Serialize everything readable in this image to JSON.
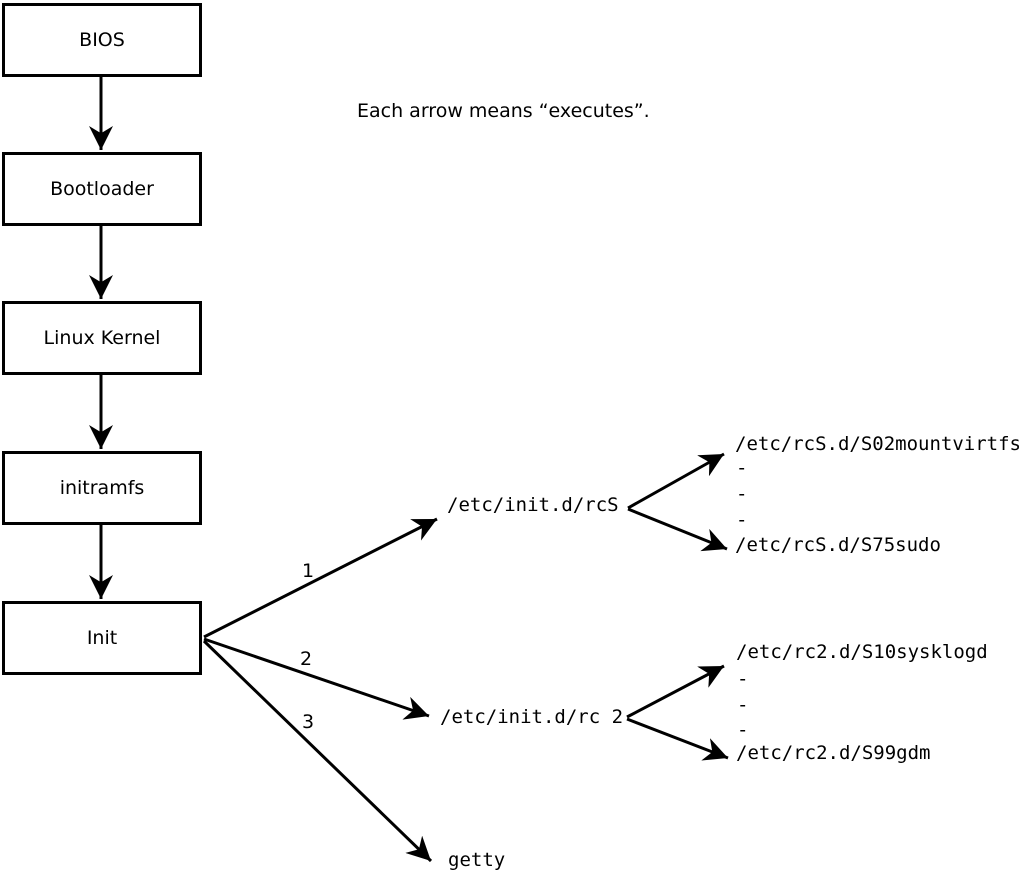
{
  "caption": "Each arrow means “executes”.",
  "chain": [
    {
      "label": "BIOS"
    },
    {
      "label": "Bootloader"
    },
    {
      "label": "Linux Kernel"
    },
    {
      "label": "initramfs"
    },
    {
      "label": "Init"
    }
  ],
  "init_children": [
    {
      "order": "1",
      "label": "/etc/init.d/rcS"
    },
    {
      "order": "2",
      "label": "/etc/init.d/rc 2"
    },
    {
      "order": "3",
      "label": "getty"
    }
  ],
  "rcS_scripts": {
    "first": "/etc/rcS.d/S02mountvirtfs",
    "ellipsis": [
      "-",
      "-",
      "-"
    ],
    "last": "/etc/rcS.d/S75sudo"
  },
  "rc2_scripts": {
    "first": "/etc/rc2.d/S10sysklogd",
    "ellipsis": [
      "-",
      "-",
      "-"
    ],
    "last": "/etc/rc2.d/S99gdm"
  },
  "colors": {
    "ink": "#000000",
    "background": "#ffffff"
  }
}
